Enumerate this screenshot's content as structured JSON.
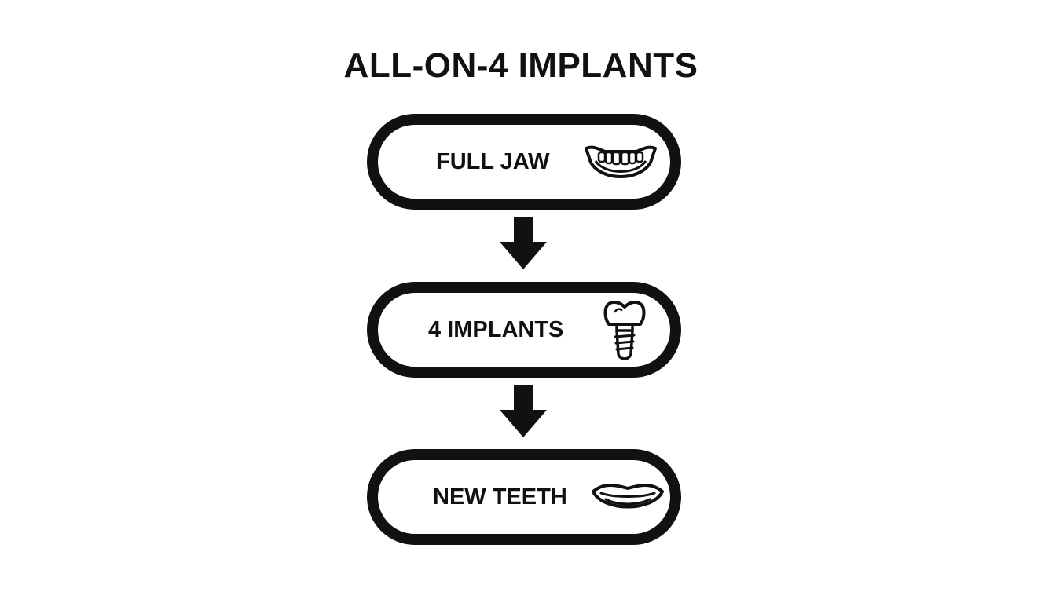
{
  "title": "ALL-ON-4 IMPLANTS",
  "steps": [
    {
      "label": "FULL JAW",
      "icon": "jaw-icon"
    },
    {
      "label": "4 IMPLANTS",
      "icon": "dental-implant-icon"
    },
    {
      "label": "NEW TEETH",
      "icon": "smile-icon"
    }
  ],
  "colors": {
    "stroke": "#111111",
    "background": "#ffffff"
  }
}
